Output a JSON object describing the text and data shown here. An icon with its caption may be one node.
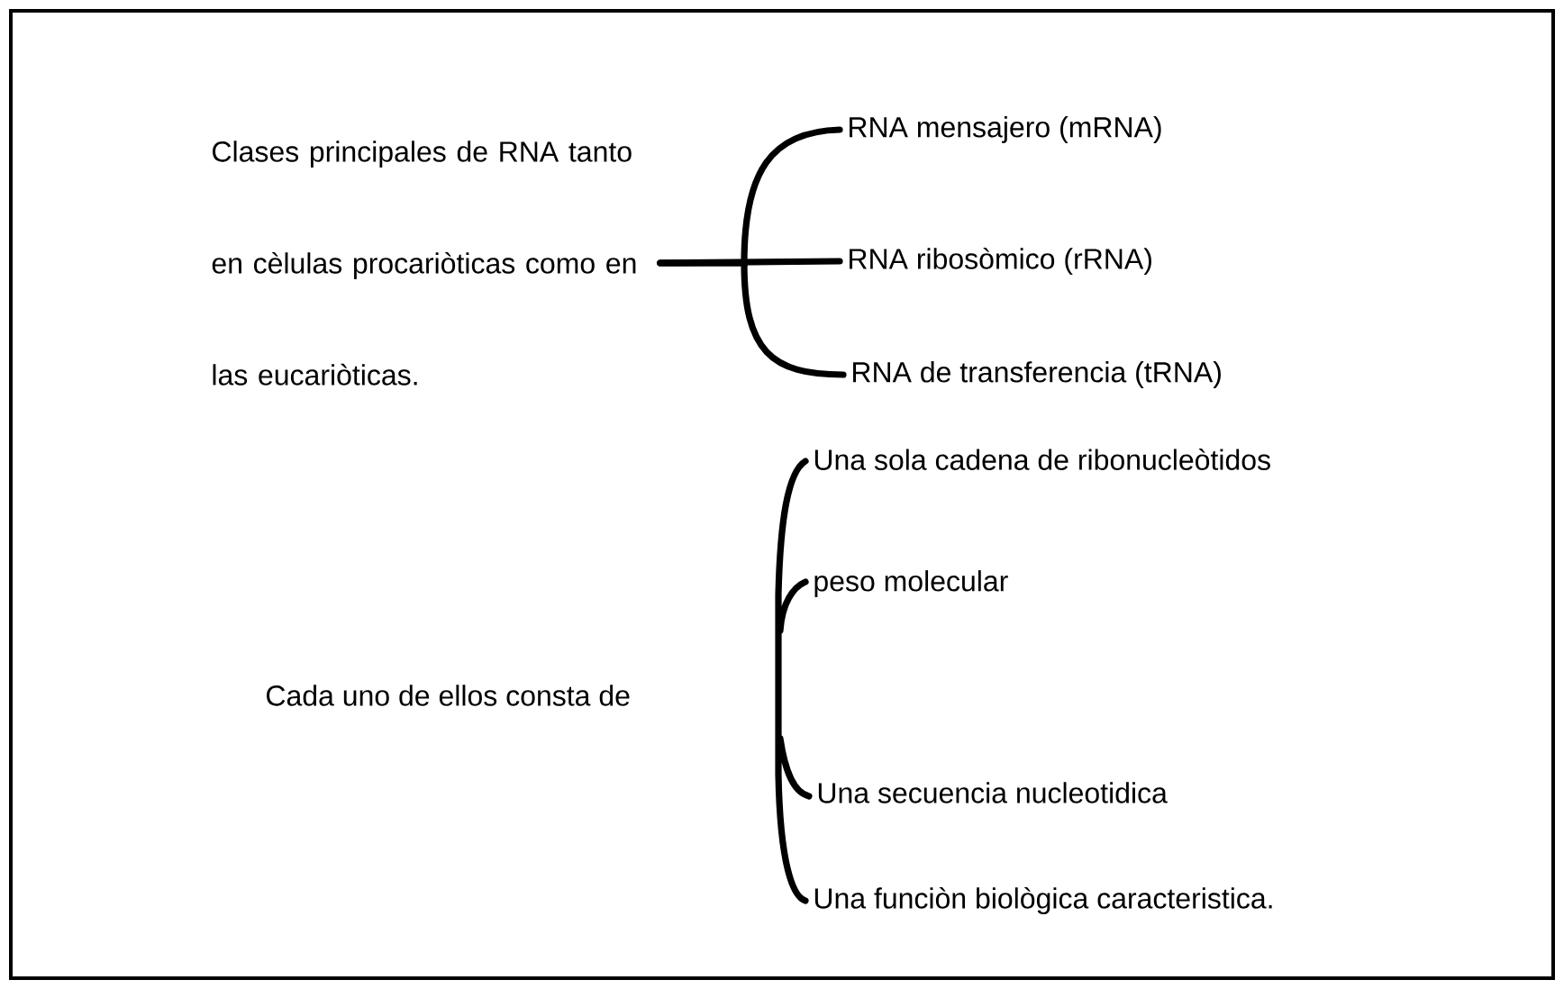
{
  "diagram": {
    "nodes": [
      {
        "text": [
          "Clases principales de RNA tanto en cèlulas procariòticas como en las eucariòticas."
        ]
      },
      {
        "text": [
          "RNA mensajero (mRNA)"
        ]
      },
      {
        "text": [
          "RNA ribosòmico (rRNA)"
        ]
      },
      {
        "text": [
          "RNA de transferencia (tRNA)"
        ]
      },
      {
        "text": [
          "Cada uno de ellos consta de"
        ]
      },
      {
        "text": [
          "Una sola cadena de ribonucleòtidos"
        ]
      },
      {
        "text": [
          "peso molecular"
        ]
      },
      {
        "text": [
          "Una secuencia nucleotidica"
        ]
      },
      {
        "text": [
          "Una funciòn biològica caracteristica."
        ]
      }
    ],
    "edges": [
      {
        "from": 0,
        "to": 1,
        "arrow": "none"
      },
      {
        "from": 0,
        "to": 2,
        "arrow": "none"
      },
      {
        "from": 0,
        "to": 3,
        "arrow": "none"
      }
    ]
  }
}
